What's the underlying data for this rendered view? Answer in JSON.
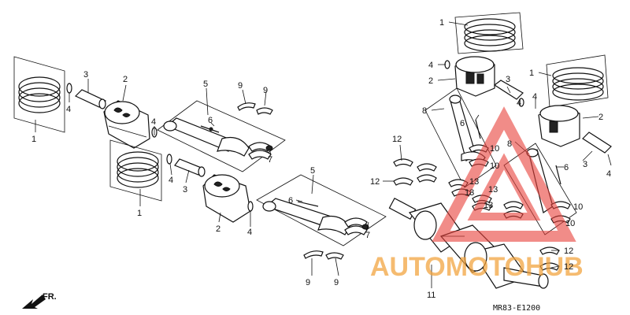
{
  "diagram": {
    "drawing_code": "MR83-E1200",
    "direction_label": "FR.",
    "watermark_text": "AUTOMOTOHUB",
    "watermark_color": "#f2a23a",
    "watermark_logo_color": "#e8403a",
    "callouts": {
      "c1": "1",
      "c2": "2",
      "c3": "3",
      "c4": "4",
      "c5": "5",
      "c6": "6",
      "c7": "7",
      "c8": "8",
      "c9": "9",
      "c10": "10",
      "c11": "11",
      "c12": "12",
      "c13": "13"
    }
  }
}
